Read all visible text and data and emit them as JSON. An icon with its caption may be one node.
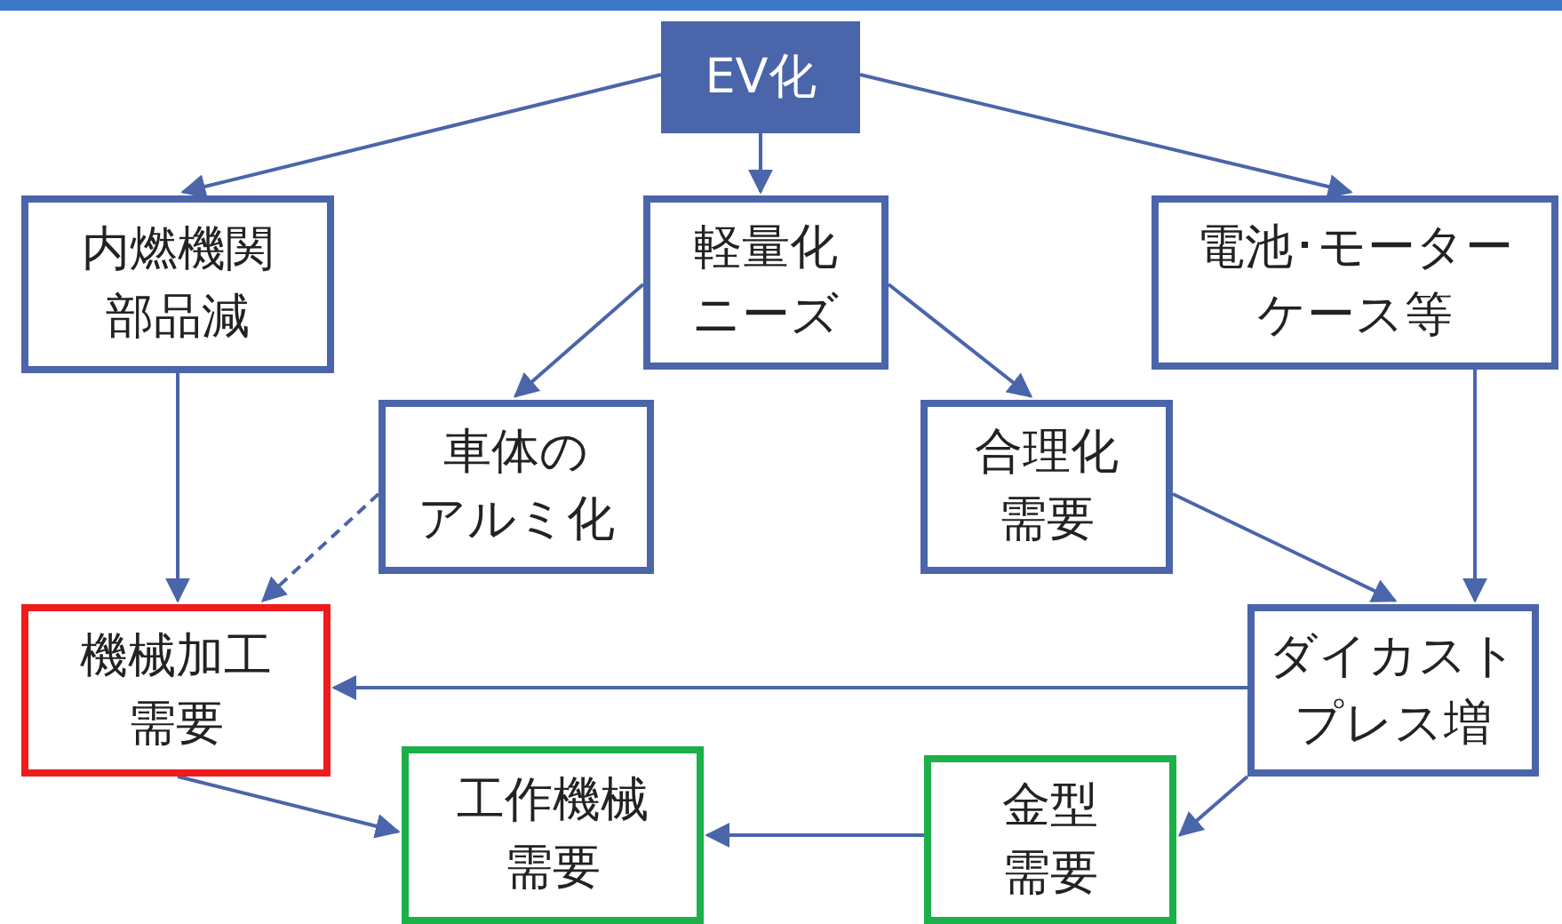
{
  "diagram": {
    "nodes": [
      {
        "text": [
          "EV化"
        ]
      },
      {
        "text": [
          "内燃機関部品減"
        ]
      },
      {
        "text": [
          "軽量化ニーズ"
        ]
      },
      {
        "text": [
          "電池･モーターケース等"
        ]
      },
      {
        "text": [
          "車体のアルミ化"
        ]
      },
      {
        "text": [
          "合理化需要"
        ]
      },
      {
        "text": [
          "機械加工需要"
        ]
      },
      {
        "text": [
          "ダイカストプレス増"
        ]
      },
      {
        "text": [
          "工作機械需要"
        ]
      },
      {
        "text": [
          "金型需要"
        ]
      }
    ],
    "edges": [
      {
        "from": 0,
        "to": 1,
        "arrow": "to"
      },
      {
        "from": 0,
        "to": 2,
        "arrow": "to"
      },
      {
        "from": 0,
        "to": 3,
        "arrow": "to"
      },
      {
        "from": 2,
        "to": 4,
        "arrow": "to"
      },
      {
        "from": 2,
        "to": 5,
        "arrow": "to"
      },
      {
        "from": 1,
        "to": 6,
        "arrow": "to"
      },
      {
        "from": 4,
        "to": 6,
        "arrow": "to",
        "style": "dashed"
      },
      {
        "from": 5,
        "to": 7,
        "arrow": "to"
      },
      {
        "from": 3,
        "to": 7,
        "arrow": "to"
      },
      {
        "from": 7,
        "to": 6,
        "arrow": "to"
      },
      {
        "from": 6,
        "to": 8,
        "arrow": "to"
      },
      {
        "from": 7,
        "to": 9,
        "arrow": "to"
      },
      {
        "from": 9,
        "to": 8,
        "arrow": "to"
      }
    ]
  }
}
